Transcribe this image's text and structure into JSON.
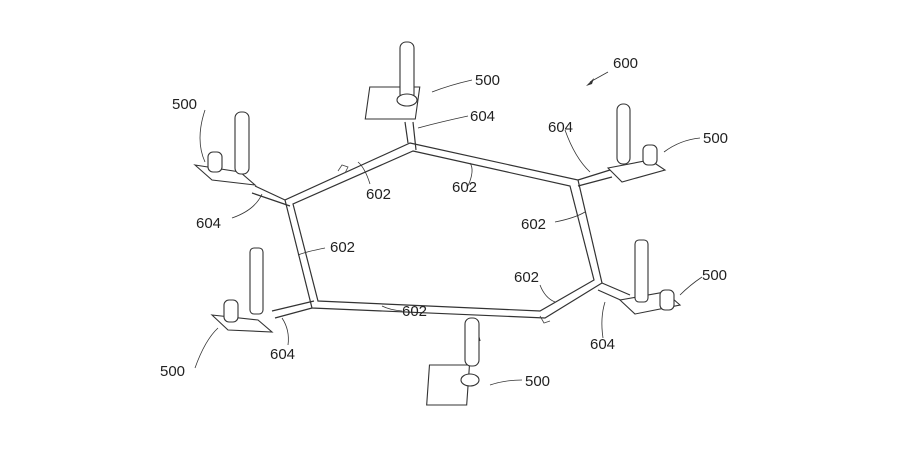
{
  "figure": {
    "assembly_label": "600",
    "labels": {
      "holder_top": "500",
      "holder_top_left": "500",
      "holder_top_right": "500",
      "holder_bottom_left": "500",
      "holder_bottom_right": "500",
      "holder_bottom": "500",
      "arm_top": "604",
      "arm_top_left": "604",
      "arm_top_right": "604",
      "arm_bottom_left": "604",
      "arm_bottom_right": "604",
      "frame_upper_left": "602",
      "frame_upper_right": "602",
      "frame_right": "602",
      "frame_left": "602",
      "frame_lower_left": "602",
      "frame_lower_right": "602"
    }
  }
}
